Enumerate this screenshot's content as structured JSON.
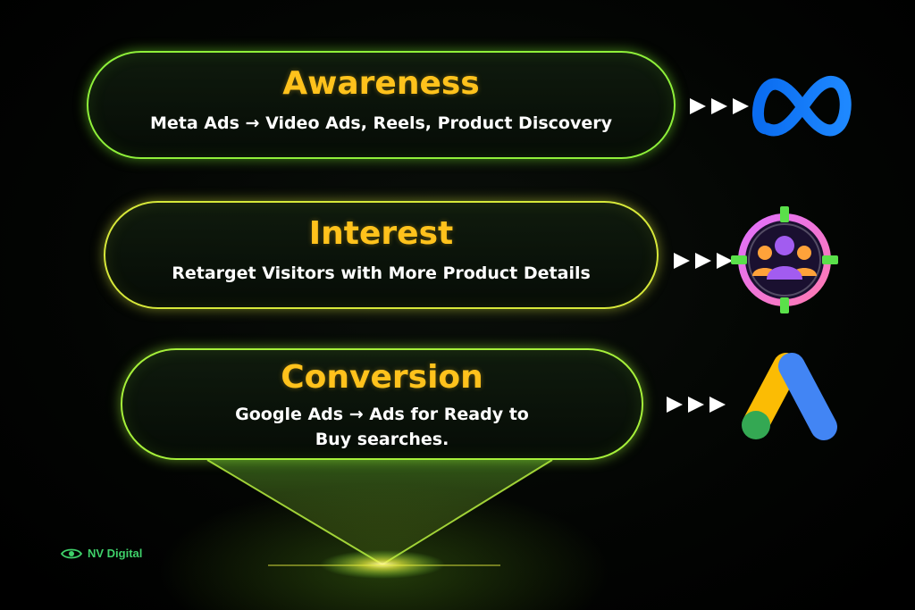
{
  "stages": [
    {
      "title": "Awareness",
      "description": "Meta Ads → Video Ads, Reels, Product Discovery",
      "icon": "meta-logo-icon",
      "color": "#8ff03a"
    },
    {
      "title": "Interest",
      "description": "Retarget Visitors with More Product Details",
      "icon": "retarget-audience-icon",
      "color": "#d7e83a"
    },
    {
      "title": "Conversion",
      "description": "Google Ads  → Ads for Ready to Buy searches.",
      "icon": "google-ads-logo-icon",
      "color": "#a6f03a"
    }
  ],
  "brand": {
    "name": "NV Digital",
    "icon": "eye-logo-icon"
  },
  "colors": {
    "title": "#ffc21c",
    "text": "#ffffff",
    "brand": "#3fd16a",
    "background": "#000000"
  }
}
